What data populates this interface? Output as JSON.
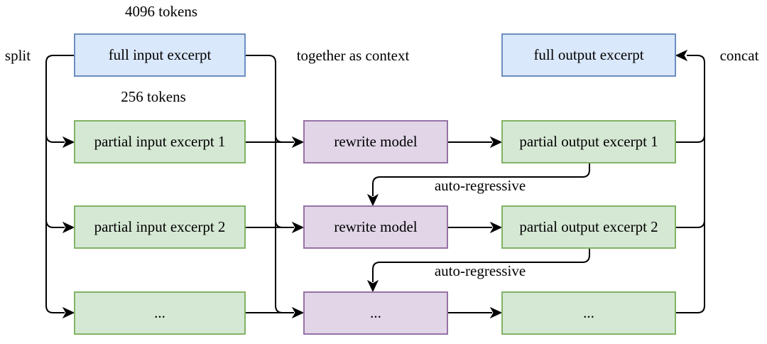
{
  "labels": {
    "tokens_full": "4096 tokens",
    "tokens_partial": "256 tokens",
    "split": "split",
    "together_as_context": "together as context",
    "concat": "concat",
    "auto_regressive": [
      "auto-regressive",
      "auto-regressive"
    ]
  },
  "columns": {
    "input": {
      "full": "full input excerpt",
      "partials": [
        "partial input excerpt 1",
        "partial input excerpt 2",
        "..."
      ]
    },
    "model": [
      "rewrite model",
      "rewrite model",
      "..."
    ],
    "output": {
      "full": "full output excerpt",
      "partials": [
        "partial output excerpt 1",
        "partial output excerpt 2",
        "..."
      ]
    }
  },
  "colors": {
    "excerpt_full_fill": "#dae8fc",
    "excerpt_full_stroke": "#6c8ebf",
    "excerpt_partial_fill": "#d5e8d4",
    "excerpt_partial_stroke": "#82b366",
    "model_fill": "#e1d5e7",
    "model_stroke": "#9673a6",
    "connector": "#000000"
  }
}
